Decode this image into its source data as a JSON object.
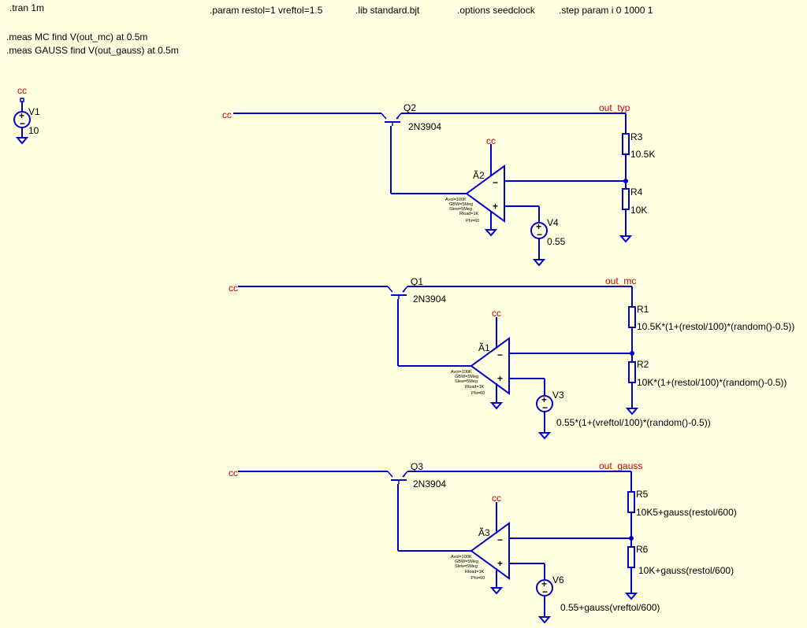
{
  "colors": {
    "background": "#ffffe1",
    "wire": "#0000cc",
    "net_label": "#cc0000",
    "text": "#000000"
  },
  "directives": {
    "tran": ".tran 1m",
    "param": ".param restol=1 vreftol=1.5",
    "lib": ".lib standard.bjt",
    "options": ".options seedclock",
    "step": ".step param i 0 1000 1",
    "meas_mc": ".meas MC find V(out_mc) at 0.5m",
    "meas_gauss": ".meas GAUSS find V(out_gauss) at 0.5m"
  },
  "supply": {
    "name": "V1",
    "value": "10",
    "net": "cc"
  },
  "opamp_params": [
    "Avol=100K",
    "GBW=5Meg",
    "Slew=5Meg",
    "Rload=1K",
    "Phi=60"
  ],
  "circuits": [
    {
      "id": "typ",
      "input_net": "cc",
      "transistor": {
        "name": "Q2",
        "model": "2N3904"
      },
      "opamp": {
        "name": "Ã2",
        "supply_net": "cc"
      },
      "output_net": "out_typ",
      "r_top": {
        "name": "R3",
        "value": "10.5K"
      },
      "r_bot": {
        "name": "R4",
        "value": "10K"
      },
      "vref": {
        "name": "V4",
        "value": "0.55"
      }
    },
    {
      "id": "mc",
      "input_net": "cc",
      "transistor": {
        "name": "Q1",
        "model": "2N3904"
      },
      "opamp": {
        "name": "Ã1",
        "supply_net": "cc"
      },
      "output_net": "out_mc",
      "r_top": {
        "name": "R1",
        "value": "10.5K*(1+(restol/100)*(random()-0.5))"
      },
      "r_bot": {
        "name": "R2",
        "value": "10K*(1+(restol/100)*(random()-0.5))"
      },
      "vref": {
        "name": "V3",
        "value": "0.55*(1+(vreftol/100)*(random()-0.5))"
      }
    },
    {
      "id": "gauss",
      "input_net": "cc",
      "transistor": {
        "name": "Q3",
        "model": "2N3904"
      },
      "opamp": {
        "name": "Ã3",
        "supply_net": "cc"
      },
      "output_net": "out_gauss",
      "r_top": {
        "name": "R5",
        "value": "10K5+gauss(restol/600)"
      },
      "r_bot": {
        "name": "R6",
        "value": "10K+gauss(restol/600)"
      },
      "vref": {
        "name": "V6",
        "value": "0.55+gauss(vreftol/600)"
      }
    }
  ]
}
